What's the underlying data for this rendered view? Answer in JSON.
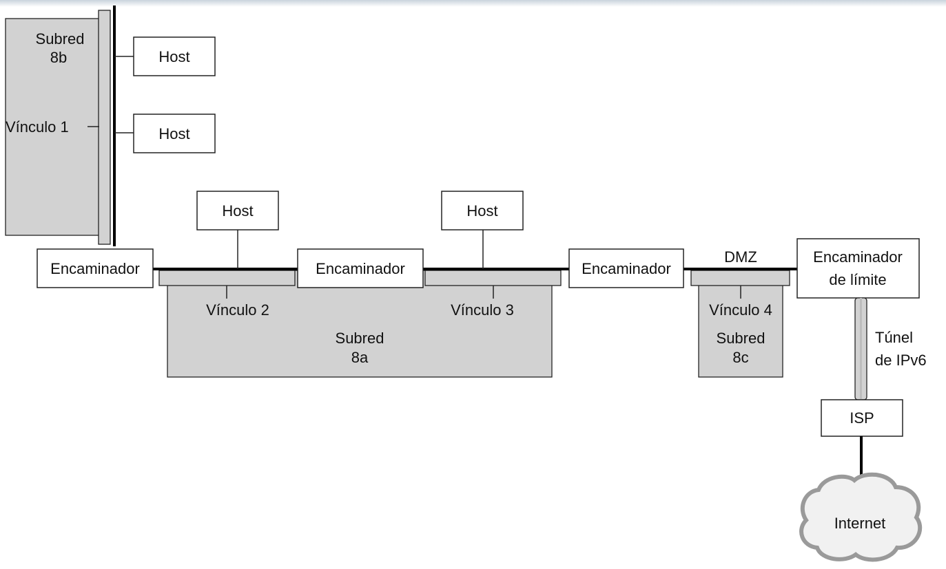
{
  "diagram": {
    "subnet_8b": {
      "line1": "Subred",
      "line2": "8b"
    },
    "subnet_8a": {
      "line1": "Subred",
      "line2": "8a"
    },
    "subnet_8c": {
      "line1": "Subred",
      "line2": "8c"
    },
    "links": {
      "link1": "Vínculo 1",
      "link2": "Vínculo 2",
      "link3": "Vínculo 3",
      "link4": "Vínculo 4"
    },
    "hosts": {
      "host_top_1": "Host",
      "host_top_2": "Host",
      "host_mid_1": "Host",
      "host_mid_2": "Host"
    },
    "routers": {
      "router_1": "Encaminador",
      "router_2": "Encaminador",
      "router_3": "Encaminador",
      "border_router_line1": "Encaminador",
      "border_router_line2": "de límite"
    },
    "dmz": "DMZ",
    "tunnel": {
      "line1": "Túnel",
      "line2": "de IPv6"
    },
    "isp": "ISP",
    "internet": "Internet"
  }
}
